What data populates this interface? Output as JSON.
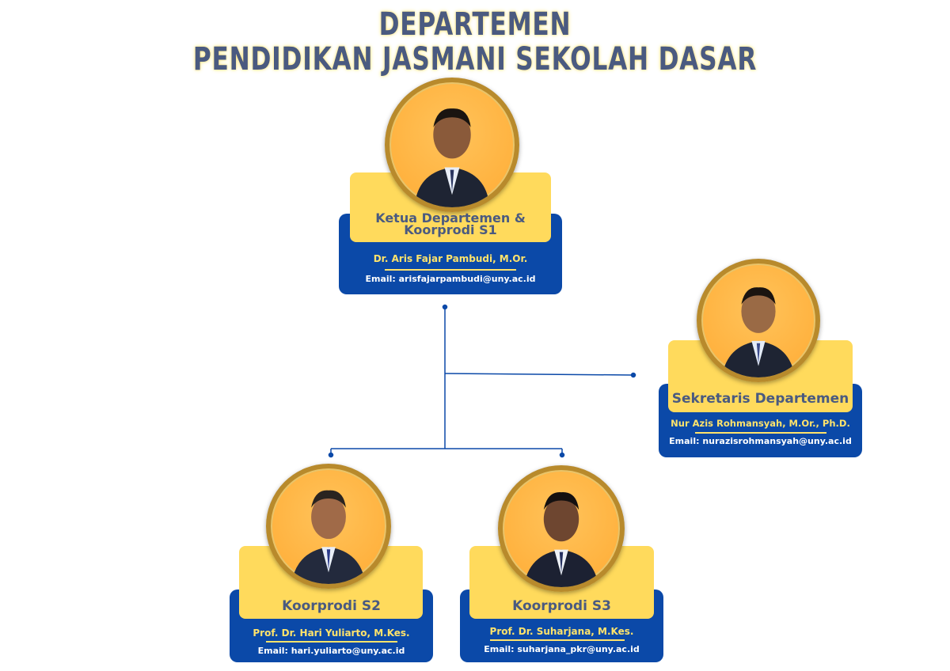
{
  "title": {
    "line1": "DEPARTEMEN",
    "line2": "PENDIDIKAN JASMANI SEKOLAH DASAR"
  },
  "nodes": {
    "ketua": {
      "role_line1": "Ketua Departemen &",
      "role_line2": "Koorprodi S1",
      "name": "Dr. Aris Fajar Pambudi, M.Or.",
      "email": "Email: arisfajarpambudi@uny.ac.id"
    },
    "sekretaris": {
      "role": "Sekretaris Departemen",
      "name": "Nur Azis Rohmansyah, M.Or., Ph.D.",
      "email": "Email: nurazisrohmansyah@uny.ac.id"
    },
    "s2": {
      "role": "Koorprodi S2",
      "name": "Prof. Dr. Hari Yuliarto, M.Kes.",
      "email": "Email: hari.yuliarto@uny.ac.id"
    },
    "s3": {
      "role": "Koorprodi S3",
      "name": "Prof. Dr. Suharjana, M.Kes.",
      "email": "Email: suharjana_pkr@uny.ac.id"
    }
  },
  "colors": {
    "card_blue": "#0b49a8",
    "card_yellow": "#ffda5c",
    "title": "#4a5a80",
    "connector": "#0b49a8"
  }
}
